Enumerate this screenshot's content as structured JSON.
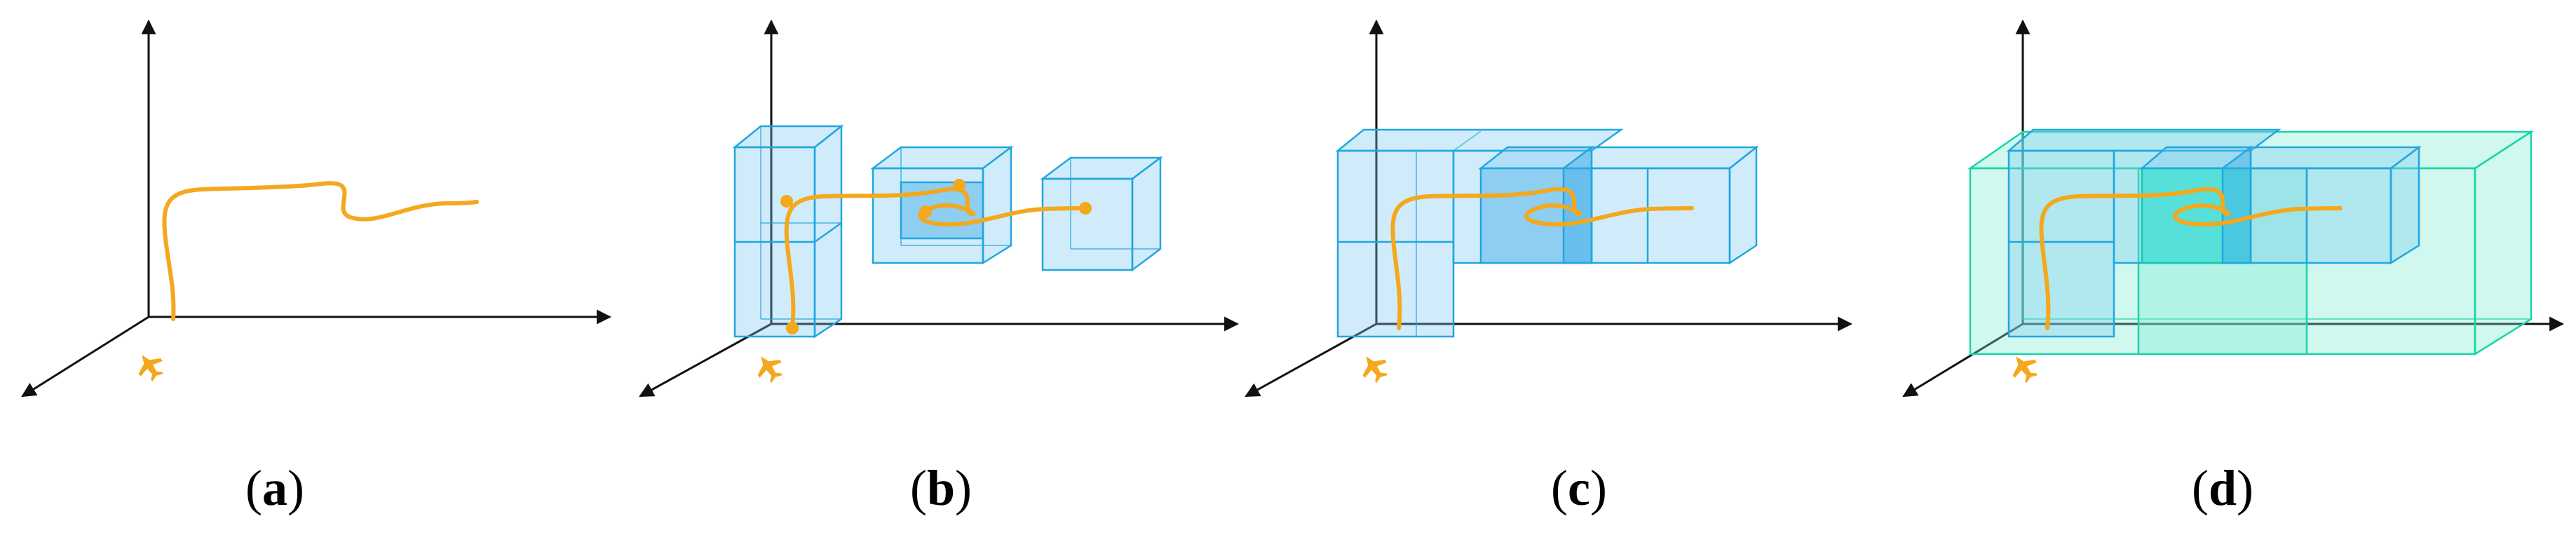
{
  "panels": [
    {
      "id": "a",
      "prefix": "(",
      "letter": "a",
      "suffix": ")"
    },
    {
      "id": "b",
      "prefix": "(",
      "letter": "b",
      "suffix": ")"
    },
    {
      "id": "c",
      "prefix": "(",
      "letter": "c",
      "suffix": ")"
    },
    {
      "id": "d",
      "prefix": "(",
      "letter": "d",
      "suffix": ")"
    }
  ],
  "colors": {
    "trajectory": "#f4a81d",
    "box_blue": "#22a6e0",
    "box_green": "#18d4a8",
    "axis": "#111111"
  },
  "icons": [
    "airplane-icon"
  ]
}
